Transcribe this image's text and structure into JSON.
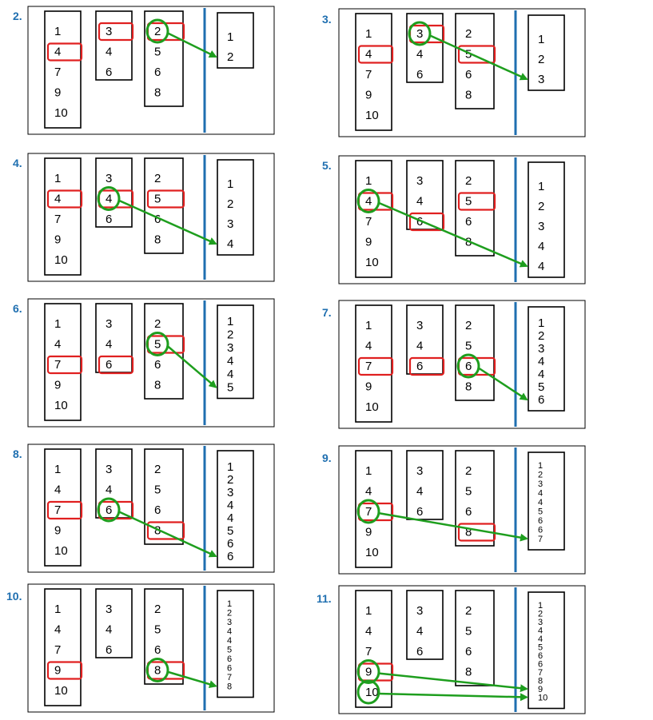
{
  "colors": {
    "panel_border": "#000000",
    "divider": "#1f6fb0",
    "highlight_box": "#e02020",
    "selected_circle": "#1e9e1e",
    "arrow": "#1e9e1e",
    "step_label": "#1f6fb0"
  },
  "steps": [
    {
      "label": "2.",
      "lists": [
        [
          "1",
          "4",
          "7",
          "9",
          "10"
        ],
        [
          "3",
          "4",
          "6"
        ],
        [
          "2",
          "5",
          "6",
          "8"
        ]
      ],
      "output": [
        "1",
        "2"
      ],
      "boxes": [
        [
          0,
          1
        ],
        [
          1,
          0
        ],
        [
          2,
          0
        ]
      ],
      "circles": [
        [
          2,
          0
        ]
      ],
      "arrows": [
        {
          "from": [
            2,
            0
          ],
          "to": 1
        }
      ]
    },
    {
      "label": "3.",
      "lists": [
        [
          "1",
          "4",
          "7",
          "9",
          "10"
        ],
        [
          "3",
          "4",
          "6"
        ],
        [
          "2",
          "5",
          "6",
          "8"
        ]
      ],
      "output": [
        "1",
        "2",
        "3"
      ],
      "boxes": [
        [
          0,
          1
        ],
        [
          1,
          0
        ],
        [
          2,
          1
        ]
      ],
      "circles": [
        [
          1,
          0
        ]
      ],
      "arrows": [
        {
          "from": [
            1,
            0
          ],
          "to": 2
        }
      ]
    },
    {
      "label": "4.",
      "lists": [
        [
          "1",
          "4",
          "7",
          "9",
          "10"
        ],
        [
          "3",
          "4",
          "6"
        ],
        [
          "2",
          "5",
          "6",
          "8"
        ]
      ],
      "output": [
        "1",
        "2",
        "3",
        "4"
      ],
      "boxes": [
        [
          0,
          1
        ],
        [
          1,
          1
        ],
        [
          2,
          1
        ]
      ],
      "circles": [
        [
          1,
          1
        ]
      ],
      "arrows": [
        {
          "from": [
            1,
            1
          ],
          "to": 3
        }
      ]
    },
    {
      "label": "5.",
      "lists": [
        [
          "1",
          "4",
          "7",
          "9",
          "10"
        ],
        [
          "3",
          "4",
          "6"
        ],
        [
          "2",
          "5",
          "6",
          "8"
        ]
      ],
      "output": [
        "1",
        "2",
        "3",
        "4",
        "4"
      ],
      "boxes": [
        [
          0,
          1
        ],
        [
          1,
          2
        ],
        [
          2,
          1
        ]
      ],
      "circles": [
        [
          0,
          1
        ]
      ],
      "arrows": [
        {
          "from": [
            0,
            1
          ],
          "to": 4
        }
      ]
    },
    {
      "label": "6.",
      "lists": [
        [
          "1",
          "4",
          "7",
          "9",
          "10"
        ],
        [
          "3",
          "4",
          "6"
        ],
        [
          "2",
          "5",
          "6",
          "8"
        ]
      ],
      "output": [
        "1",
        "2",
        "3",
        "4",
        "4",
        "5"
      ],
      "boxes": [
        [
          0,
          2
        ],
        [
          1,
          2
        ],
        [
          2,
          1
        ]
      ],
      "circles": [
        [
          2,
          1
        ]
      ],
      "arrows": [
        {
          "from": [
            2,
            1
          ],
          "to": 5
        }
      ]
    },
    {
      "label": "7.",
      "lists": [
        [
          "1",
          "4",
          "7",
          "9",
          "10"
        ],
        [
          "3",
          "4",
          "6"
        ],
        [
          "2",
          "5",
          "6",
          "8"
        ]
      ],
      "output": [
        "1",
        "2",
        "3",
        "4",
        "4",
        "5",
        "6"
      ],
      "boxes": [
        [
          0,
          2
        ],
        [
          1,
          2
        ],
        [
          2,
          2
        ]
      ],
      "circles": [
        [
          2,
          2
        ]
      ],
      "arrows": [
        {
          "from": [
            2,
            2
          ],
          "to": 6
        }
      ]
    },
    {
      "label": "8.",
      "lists": [
        [
          "1",
          "4",
          "7",
          "9",
          "10"
        ],
        [
          "3",
          "4",
          "6"
        ],
        [
          "2",
          "5",
          "6",
          "8"
        ]
      ],
      "output": [
        "1",
        "2",
        "3",
        "4",
        "4",
        "5",
        "6",
        "6"
      ],
      "boxes": [
        [
          0,
          2
        ],
        [
          1,
          2
        ],
        [
          2,
          3
        ]
      ],
      "circles": [
        [
          1,
          2
        ]
      ],
      "arrows": [
        {
          "from": [
            1,
            2
          ],
          "to": 7
        }
      ]
    },
    {
      "label": "9.",
      "lists": [
        [
          "1",
          "4",
          "7",
          "9",
          "10"
        ],
        [
          "3",
          "4",
          "6"
        ],
        [
          "2",
          "5",
          "6",
          "8"
        ]
      ],
      "output": [
        "1",
        "2",
        "3",
        "4",
        "4",
        "5",
        "6",
        "6",
        "7"
      ],
      "boxes": [
        [
          0,
          2
        ],
        [
          2,
          3
        ]
      ],
      "circles": [
        [
          0,
          2
        ]
      ],
      "arrows": [
        {
          "from": [
            0,
            2
          ],
          "to": 8
        }
      ]
    },
    {
      "label": "10.",
      "lists": [
        [
          "1",
          "4",
          "7",
          "9",
          "10"
        ],
        [
          "3",
          "4",
          "6"
        ],
        [
          "2",
          "5",
          "6",
          "8"
        ]
      ],
      "output": [
        "1",
        "2",
        "3",
        "4",
        "4",
        "5",
        "6",
        "6",
        "7",
        "8"
      ],
      "boxes": [
        [
          0,
          3
        ],
        [
          2,
          3
        ]
      ],
      "circles": [
        [
          2,
          3
        ]
      ],
      "arrows": [
        {
          "from": [
            2,
            3
          ],
          "to": 9
        }
      ]
    },
    {
      "label": "11.",
      "lists": [
        [
          "1",
          "4",
          "7",
          "9",
          "10"
        ],
        [
          "3",
          "4",
          "6"
        ],
        [
          "2",
          "5",
          "6",
          "8"
        ]
      ],
      "output": [
        "1",
        "2",
        "3",
        "4",
        "4",
        "5",
        "6",
        "6",
        "7",
        "8",
        "9",
        "10"
      ],
      "boxes": [
        [
          0,
          3
        ]
      ],
      "circles": [
        [
          0,
          3
        ],
        [
          0,
          4
        ]
      ],
      "arrows": [
        {
          "from": [
            0,
            3
          ],
          "to": 10
        },
        {
          "from": [
            0,
            4
          ],
          "to": 11
        }
      ]
    }
  ]
}
